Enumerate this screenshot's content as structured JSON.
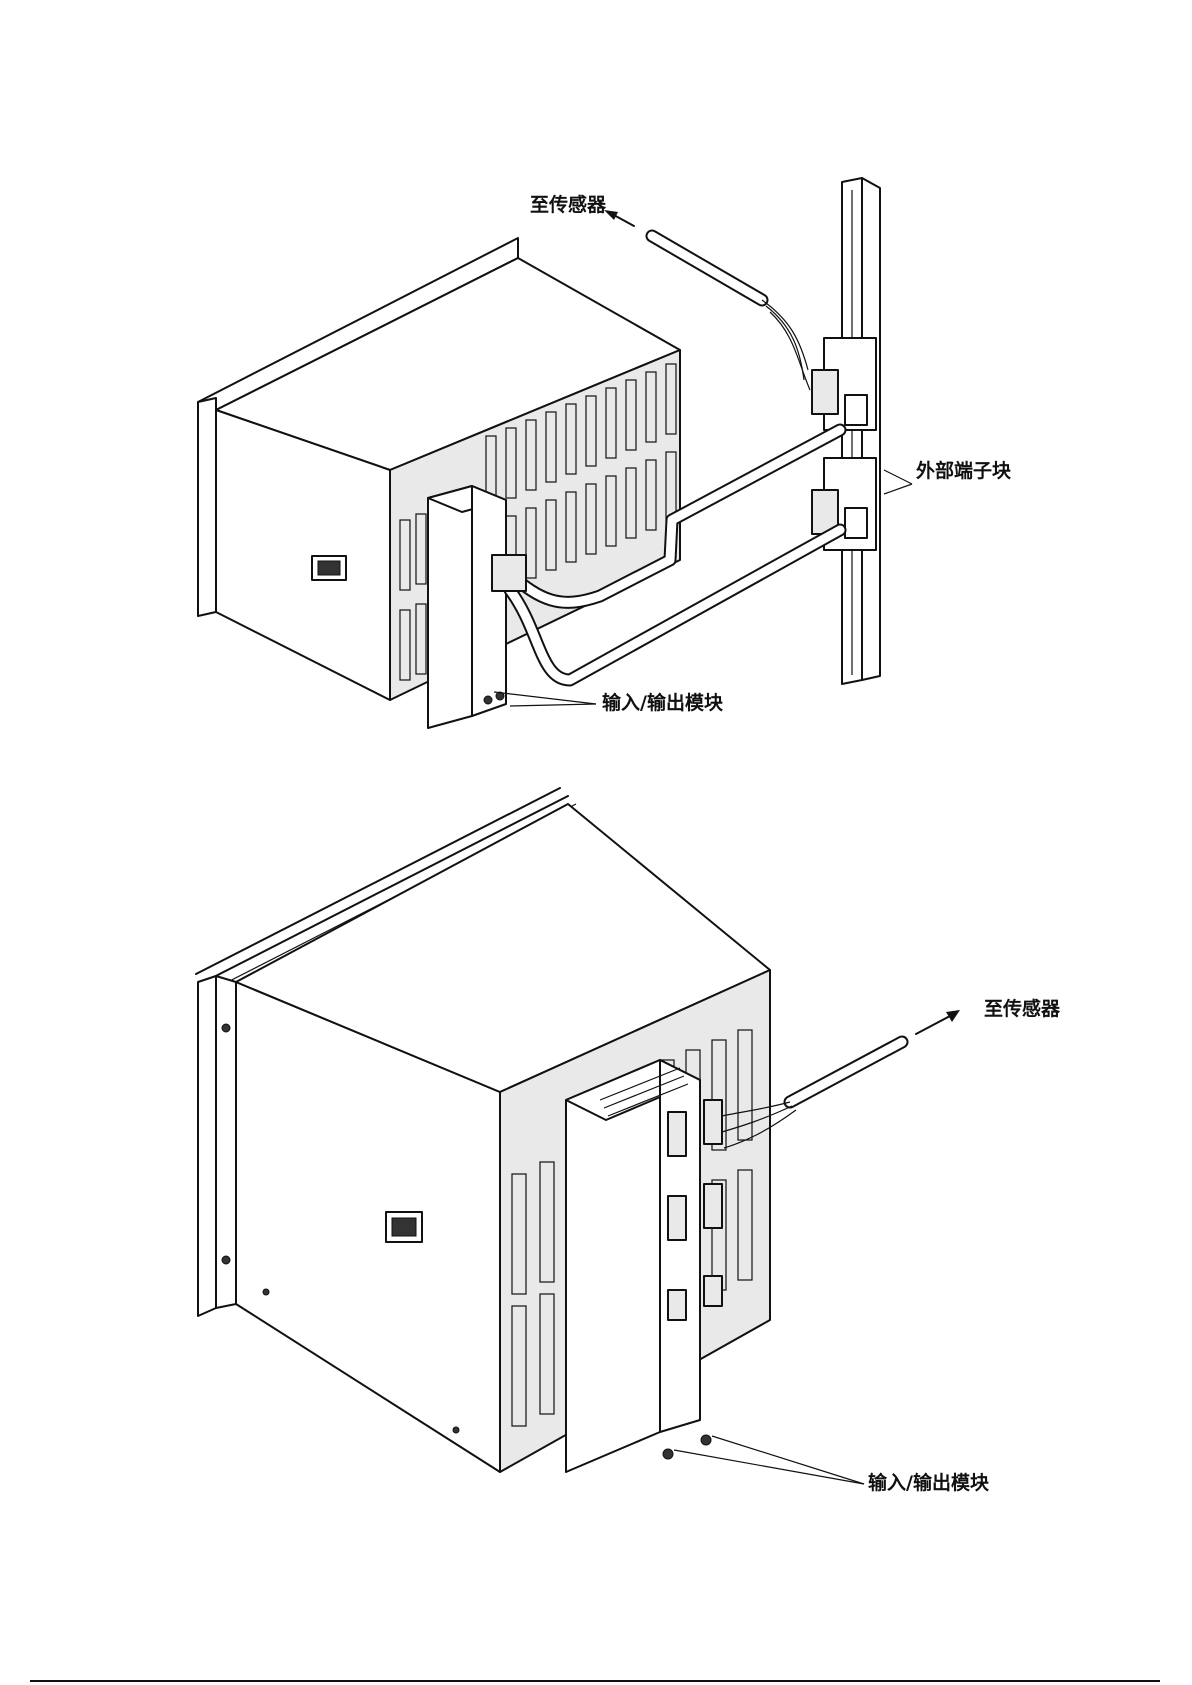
{
  "top_figure": {
    "label_sensor": "至传感器",
    "label_terminal_block": "外部端子块",
    "label_io_module": "输入/输出模块"
  },
  "bottom_figure": {
    "label_sensor": "至传感器",
    "label_io_module": "输入/输出模块"
  }
}
